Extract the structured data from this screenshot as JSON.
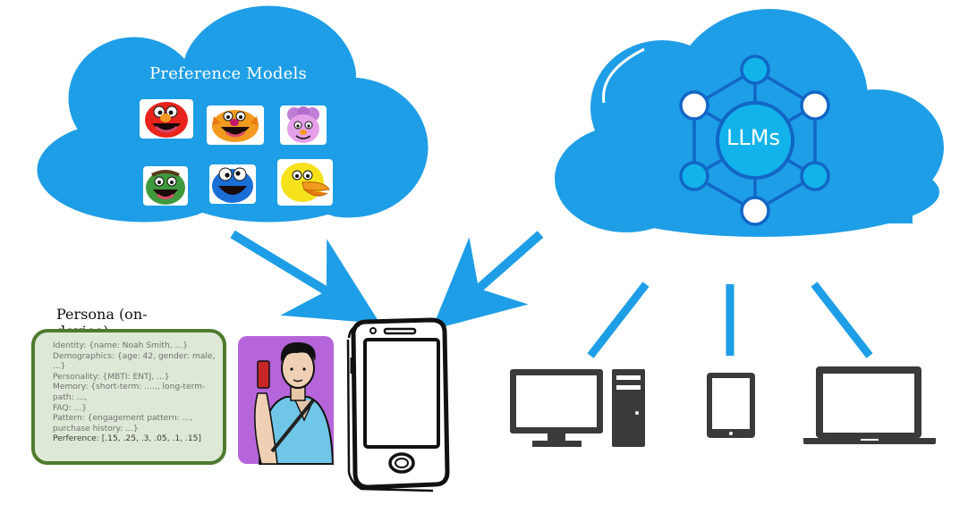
{
  "preference_cloud": {
    "title": "Preference Models",
    "models": [
      {
        "icon": "red-monster-face-icon",
        "color": "#e8241c"
      },
      {
        "icon": "orange-monster-face-icon",
        "color": "#f29a1f"
      },
      {
        "icon": "purple-monster-face-icon",
        "color": "#c07fd6"
      },
      {
        "icon": "green-grouch-face-icon",
        "color": "#3f9a3d"
      },
      {
        "icon": "blue-monster-face-icon",
        "color": "#1a6fd6"
      },
      {
        "icon": "yellow-bird-face-icon",
        "color": "#f6e21b"
      }
    ]
  },
  "llm_cloud": {
    "label": "LLMs"
  },
  "persona": {
    "title": "Persona (on-device)",
    "lines": [
      "Identity: {name: Noah Smith, ...}",
      "Demographics: {age: 42, gender: male, ...}",
      "Personality: {MBTI: ENTJ, ...}",
      "Memory: {short-term: ....., long-term-path: ...,",
      "FAQ: ...}",
      "Pattern: {engagement pattern: ..., purchase history: ...}",
      "Perference: [.15, .25, .3, .05, .1, .15]"
    ]
  },
  "devices": [
    {
      "icon": "desktop-computer-icon"
    },
    {
      "icon": "tablet-icon"
    },
    {
      "icon": "laptop-icon"
    }
  ],
  "colors": {
    "cloud": "#1e9ee6",
    "arrow": "#1e9ee6",
    "persona_border": "#4f7a2e",
    "persona_fill": "#dde9d6",
    "user_bg": "#b565d9",
    "device": "#3a3a3a"
  }
}
